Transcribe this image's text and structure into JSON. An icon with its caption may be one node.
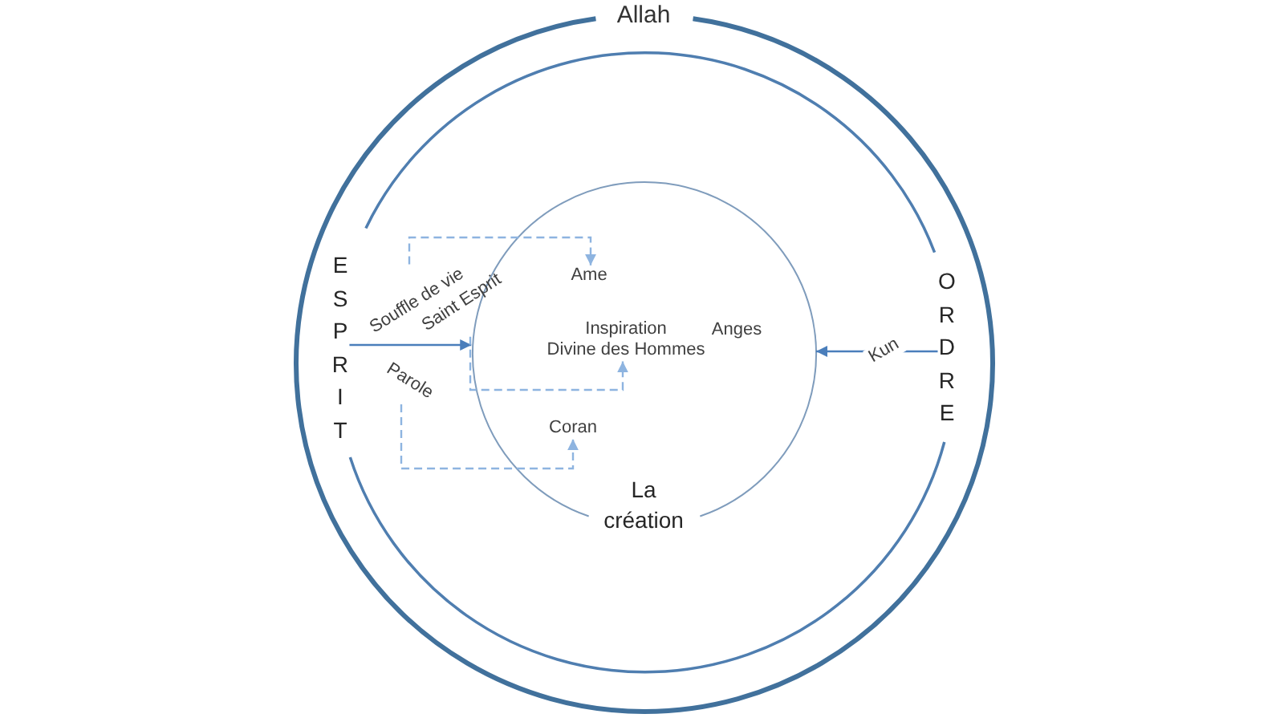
{
  "diagram": {
    "nodes": [
      {
        "text": [
          "Allah"
        ]
      },
      {
        "text": [],
        "shape": "circle",
        "in": 0
      },
      {
        "text": [
          "ESPRIT"
        ],
        "in": 0
      },
      {
        "text": [
          "ORDRE"
        ],
        "in": 0
      },
      {
        "text": [
          "Souffle de vie"
        ],
        "in": 1
      },
      {
        "text": [
          "Saint Esprit"
        ],
        "in": 1
      },
      {
        "text": [
          "Parole"
        ],
        "in": 1
      },
      {
        "text": [
          "La création",
          "Anges"
        ],
        "in": 1
      },
      {
        "text": [
          "Ame"
        ],
        "in": 7
      },
      {
        "text": [
          "Inspiration Divine des Hommes"
        ],
        "in": 7
      },
      {
        "text": [
          "Coran"
        ],
        "in": 7
      }
    ],
    "edges": [
      {
        "from": 2,
        "to": 7,
        "arrow": "to",
        "color": "#4a7ebb"
      },
      {
        "from": 3,
        "to": 7,
        "arrow": "to",
        "label": "Kun",
        "color": "#4a7ebb"
      },
      {
        "from": 4,
        "to": 8,
        "arrow": "to",
        "style": "dashed"
      },
      {
        "from": 5,
        "to": 9,
        "arrow": "to",
        "style": "dashed"
      },
      {
        "from": 6,
        "to": 10,
        "arrow": "to",
        "style": "dashed"
      }
    ]
  }
}
